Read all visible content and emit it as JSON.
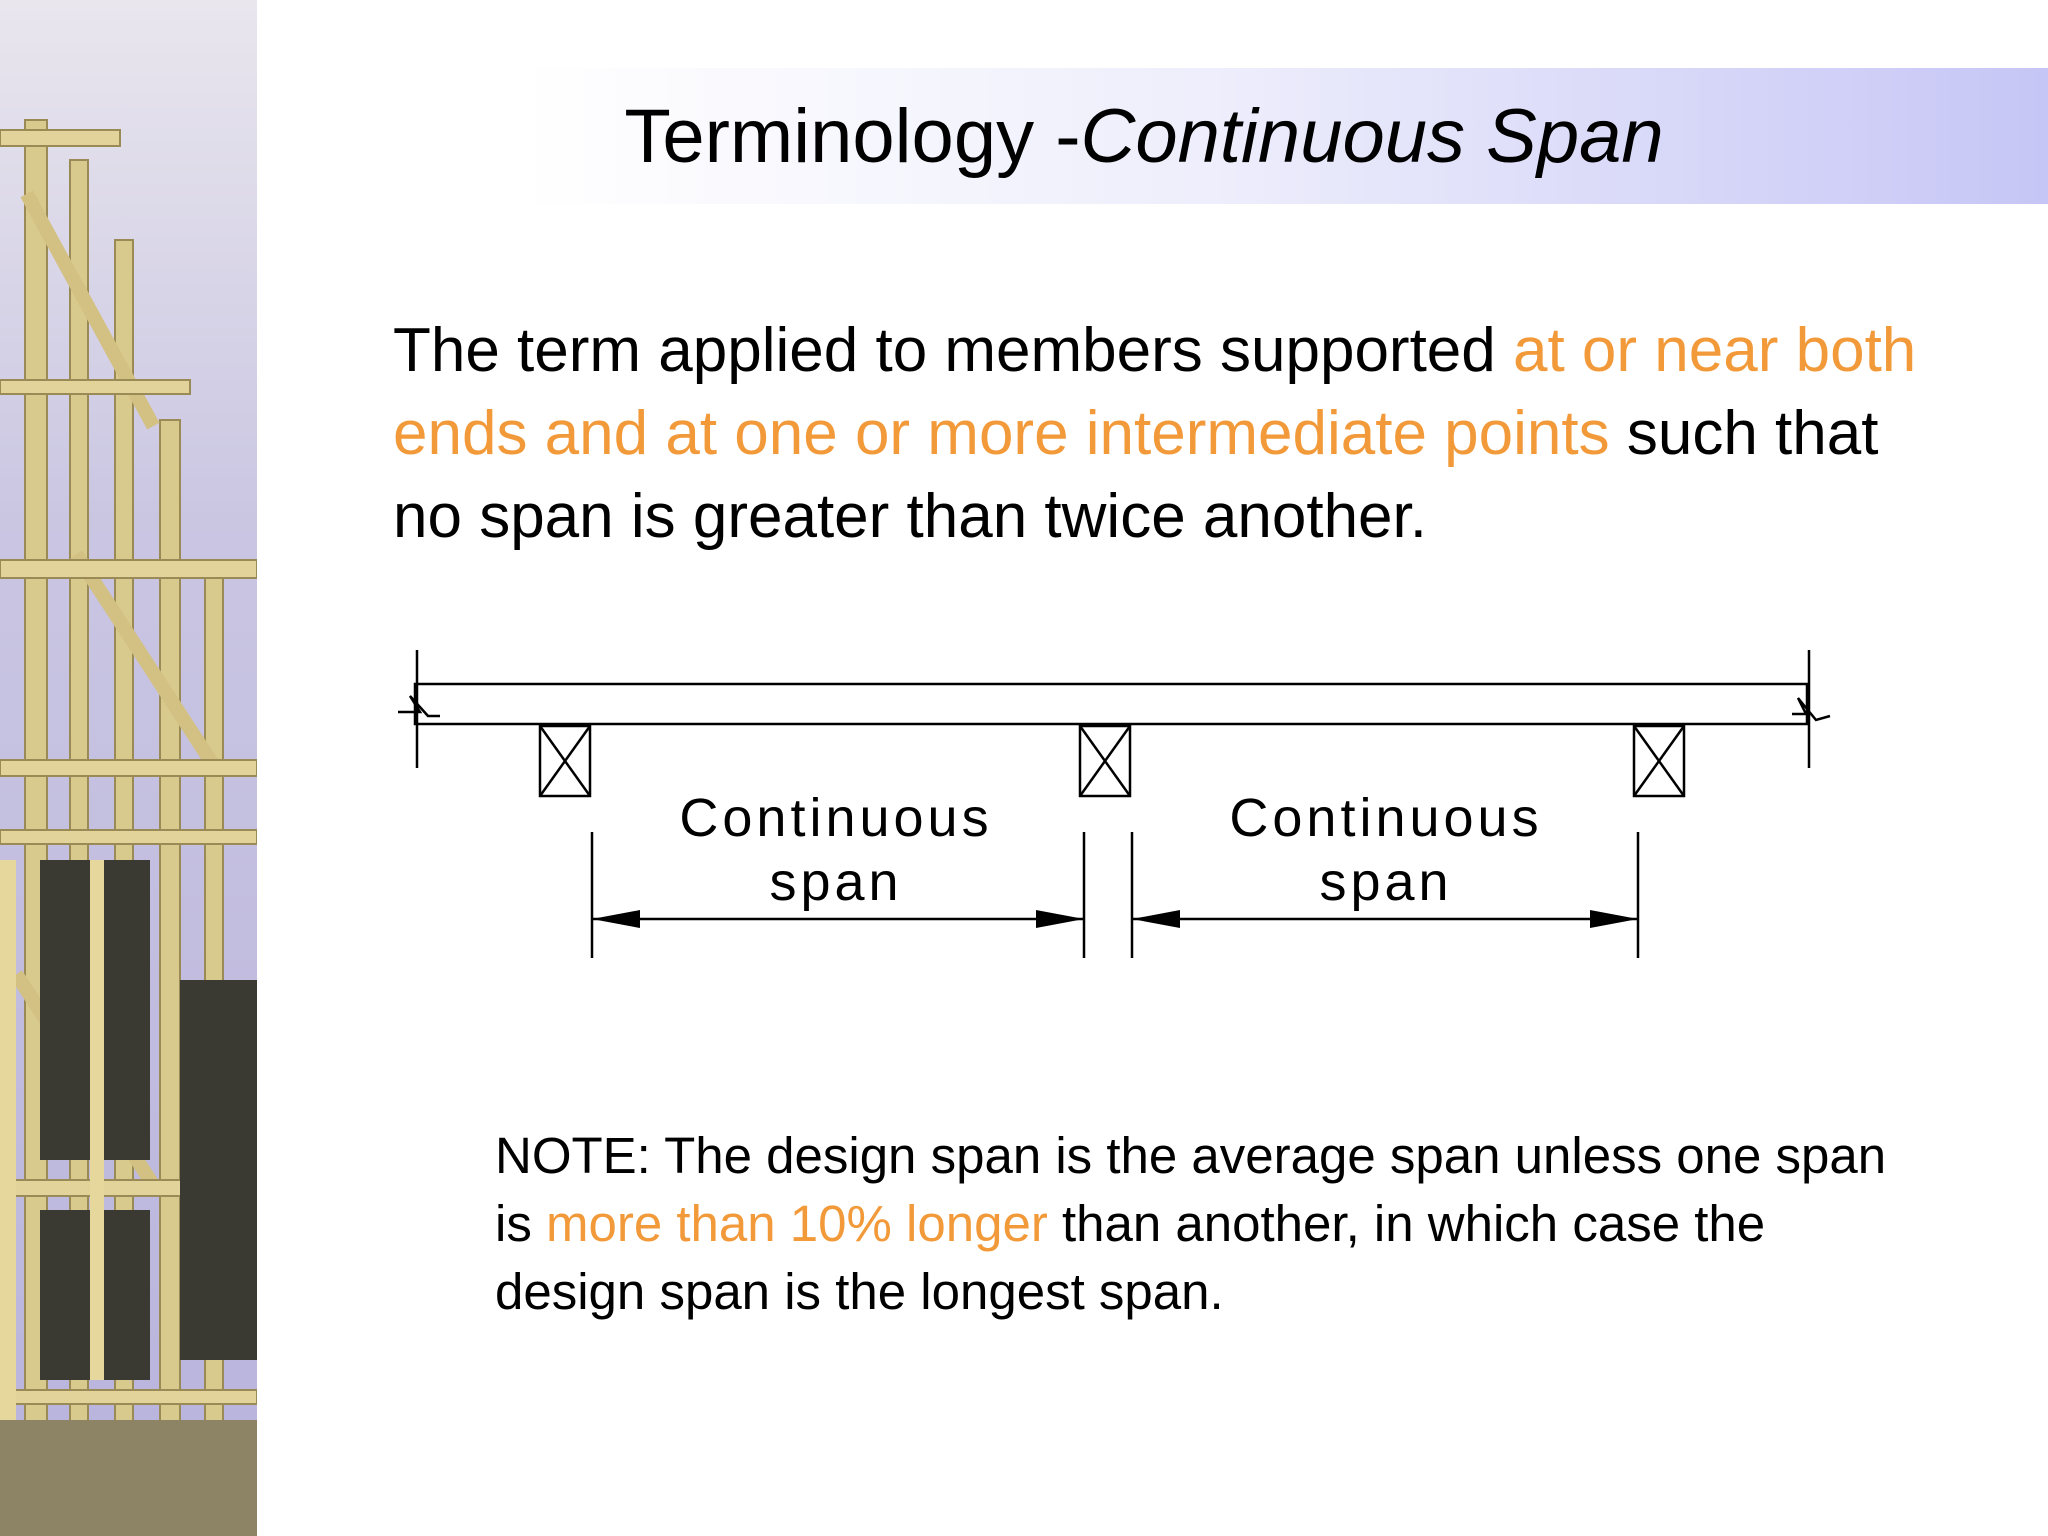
{
  "slide": {
    "title_main": "Terminology - ",
    "title_italic": "Continuous Span",
    "definition": {
      "part1": "The term applied to members supported ",
      "highlight": "at or near both ends and at one or more intermediate points",
      "part2": " such that no span is greater than twice another."
    },
    "diagram": {
      "labels": [
        {
          "line1": "Continuous",
          "line2": "span"
        },
        {
          "line1": "Continuous",
          "line2": "span"
        }
      ]
    },
    "note": {
      "part1": "NOTE: The design span is the average span unless one span is ",
      "highlight": "more than 10% longer",
      "part2": " than another, in which case the design span is the longest span."
    }
  },
  "colors": {
    "accent": "#f29a3a",
    "title_gradient_end": "#c6c6f6"
  },
  "decorative": {
    "photo_icon": "timber-framing-photo"
  }
}
